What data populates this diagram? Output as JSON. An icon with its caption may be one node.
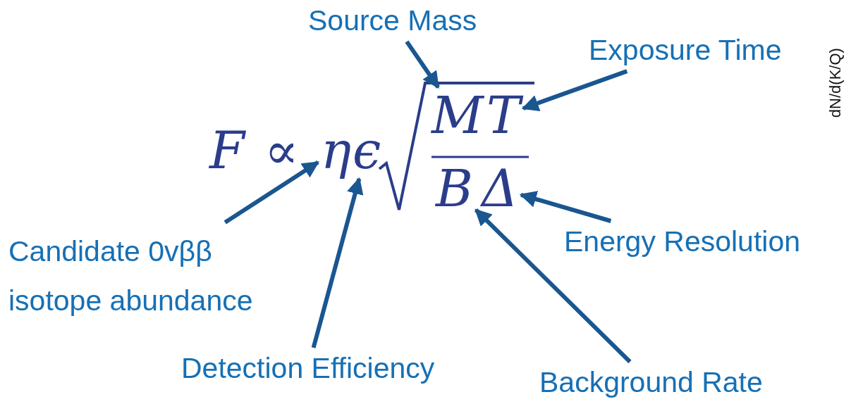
{
  "diagram": {
    "nodes": [
      {
        "text": [
          "Source Mass"
        ]
      },
      {
        "text": [
          "M"
        ]
      },
      {
        "text": [
          "T"
        ]
      },
      {
        "text": [
          "Exposure Time"
        ]
      },
      {
        "text": [
          "η"
        ]
      },
      {
        "text": [
          "ϵ"
        ]
      },
      {
        "text": [
          "B"
        ]
      },
      {
        "text": [
          "Δ"
        ]
      },
      {
        "text": [
          "Candidate 0vββ isotope abundance"
        ]
      },
      {
        "text": [
          "Energy Resolution"
        ]
      },
      {
        "text": [
          "Detection Efficiency"
        ]
      },
      {
        "text": [
          "Background Rate"
        ]
      }
    ],
    "edges": [
      {
        "from": 0,
        "to": 1,
        "arrow": "to"
      },
      {
        "from": 3,
        "to": 2,
        "arrow": "to"
      },
      {
        "from": 8,
        "to": 4,
        "arrow": "to"
      },
      {
        "from": 10,
        "to": 5,
        "arrow": "to"
      },
      {
        "from": 9,
        "to": 7,
        "arrow": "to"
      },
      {
        "from": 11,
        "to": 6,
        "arrow": "to"
      }
    ],
    "labels": [
      "F",
      "∝",
      "dN/d(K/Q)"
    ]
  }
}
